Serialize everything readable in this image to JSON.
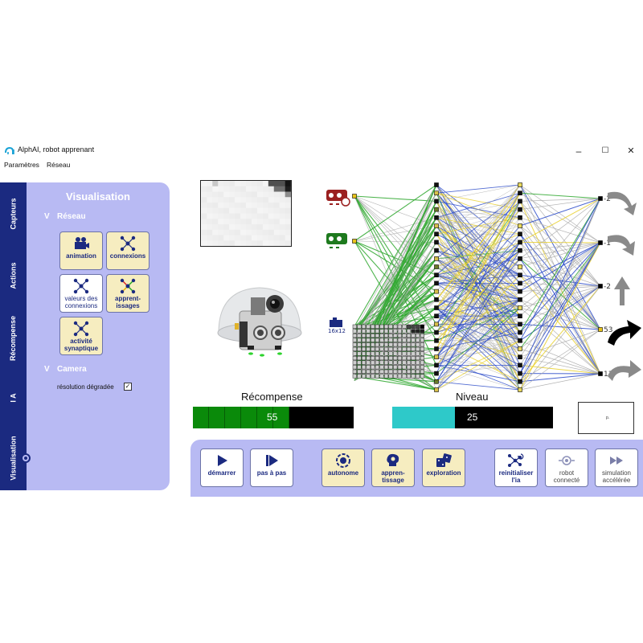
{
  "window": {
    "title": "AlphAI, robot apprenant",
    "minimize": "–",
    "maximize": "☐",
    "close": "✕"
  },
  "menu": [
    "Paramètres",
    "Réseau"
  ],
  "tabs": [
    "Capteurs",
    "Actions",
    "Récompense",
    "I A",
    "Visualisation"
  ],
  "visualisation": {
    "title": "Visualisation",
    "section_network": "Réseau",
    "section_camera": "Camera",
    "section_toggle": "V",
    "buttons": [
      {
        "label": "animation",
        "icon": "camera-film-icon"
      },
      {
        "label": "connexions",
        "icon": "network-icon"
      },
      {
        "label": "valeurs des connexions",
        "icon": "network-icon"
      },
      {
        "label": "apprent-issages",
        "icon": "network-colored-icon"
      },
      {
        "label": "activité synaptique",
        "icon": "network-icon"
      }
    ],
    "degraded_label": "résolution dégradée",
    "degraded_checked": "✓"
  },
  "network": {
    "camera_input_label": "16x12",
    "output_values": [
      "-2",
      "-1",
      "-2",
      "53",
      "13"
    ],
    "colors": {
      "green": "#2fa82f",
      "blue": "#2848c8",
      "yellow": "#e8cf2a",
      "gray": "#a8a8a8"
    }
  },
  "reward": {
    "label": "Récompense",
    "value": "55"
  },
  "level": {
    "label": "Niveau",
    "value": "25",
    "fill_fraction": 0.39
  },
  "small_box_text": "p.",
  "controls": [
    {
      "label": "démarrer",
      "icon": "play-icon"
    },
    {
      "label": "pas à pas",
      "icon": "step-icon"
    },
    {
      "label": "autonome",
      "icon": "autonomous-icon"
    },
    {
      "label": "appren-tissage",
      "icon": "brain-icon"
    },
    {
      "label": "exploration",
      "icon": "dice-icon"
    },
    {
      "label": "reinitialiser l'ia",
      "icon": "reset-network-icon"
    },
    {
      "label": "robot connecté",
      "icon": "robot-connect-icon"
    },
    {
      "label": "simulation accélérée",
      "icon": "fast-forward-icon"
    }
  ]
}
